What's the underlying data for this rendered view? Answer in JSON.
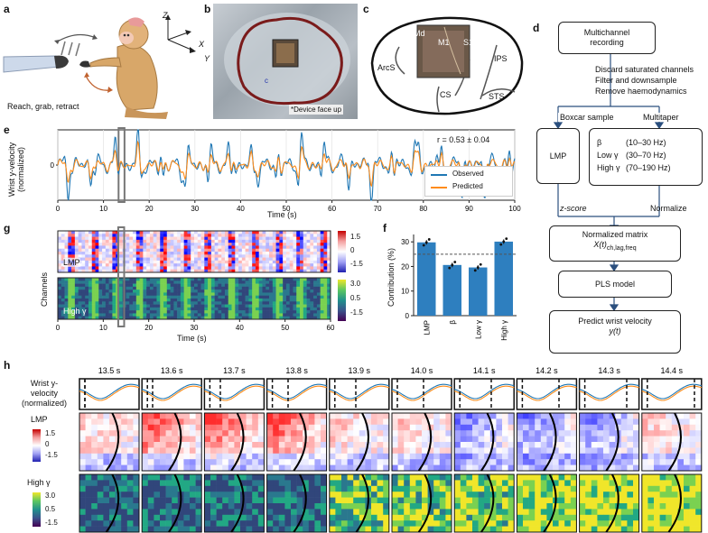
{
  "labels": {
    "a": "a",
    "b": "b",
    "c": "c",
    "d": "d",
    "e": "e",
    "f": "f",
    "g": "g",
    "h": "h"
  },
  "panel_a": {
    "caption": "Reach, grab, retract",
    "axis_z": "Z",
    "axis_x": "X",
    "axis_y": "Y"
  },
  "panel_b": {
    "note": "*Device face up"
  },
  "panel_c": {
    "regions": [
      "PMd",
      "M1",
      "S1",
      "ArcS",
      "IPS",
      "CS",
      "STS"
    ]
  },
  "panel_d": {
    "box1": "Multichannel recording",
    "steps": [
      "Discard saturated channels",
      "Filter and downsample",
      "Remove haemodynamics"
    ],
    "left_branch": "Boxcar sample",
    "right_branch": "Multitaper",
    "lmp_box": "LMP",
    "bands": [
      {
        "name": "β",
        "range": "(10–30 Hz)"
      },
      {
        "name": "Low γ",
        "range": "(30–70 Hz)"
      },
      {
        "name": "High γ",
        "range": "(70–190 Hz)"
      }
    ],
    "zscore": "z-score",
    "normalize": "Normalize",
    "matrix_title": "Normalized matrix",
    "matrix_expr": "X(t)",
    "matrix_sub": "ch,lag,freq",
    "pls": "PLS model",
    "predict": "Predict wrist velocity",
    "predict_expr": "y(t)"
  },
  "panel_e": {
    "ylabel": "Wrist y-velocity\n(normalized)",
    "xlabel": "Time (s)",
    "r_text": "r = 0.53 ± 0.04",
    "legend": [
      "Observed",
      "Predicted"
    ],
    "colors": {
      "observed": "#1f77b4",
      "predicted": "#ff8c1a"
    },
    "chart_data": {
      "type": "line",
      "xlim": [
        0,
        100
      ],
      "xticks": [
        0,
        10,
        20,
        30,
        40,
        50,
        60,
        70,
        80,
        90,
        100
      ],
      "yticks": [
        0
      ],
      "series": [
        {
          "name": "Observed"
        },
        {
          "name": "Predicted"
        }
      ]
    }
  },
  "panel_g": {
    "ylabel": "Channels",
    "xlabel": "Time (s)",
    "xticks": [
      0,
      10,
      20,
      30,
      40,
      50,
      60
    ],
    "lmp_label": "LMP",
    "hg_label": "High γ",
    "lmp_ticks": [
      "1.5",
      "0",
      "-1.5"
    ],
    "hg_ticks": [
      "3.0",
      "0.5",
      "-1.5"
    ]
  },
  "panel_f": {
    "chart_data": {
      "type": "bar",
      "categories": [
        "LMP",
        "β",
        "Low γ",
        "High γ"
      ],
      "values": [
        29.8,
        20.6,
        19.6,
        30.1
      ],
      "ylabel": "Contribution (%)",
      "ylim": [
        0,
        33
      ],
      "yticks": [
        0,
        10,
        20,
        30
      ],
      "reference_line": 25,
      "color": "#2e7fbf"
    }
  },
  "panel_h": {
    "times": [
      "13.5 s",
      "13.6 s",
      "13.7 s",
      "13.8 s",
      "13.9 s",
      "14.0 s",
      "14.1 s",
      "14.2 s",
      "14.3 s",
      "14.4 s"
    ],
    "row1_label": "Wrist y-\nvelocity\n(normalized)",
    "row2_label": "LMP",
    "row3_label": "High γ",
    "lmp_ticks": [
      "1.5",
      "0",
      "-1.5"
    ],
    "hg_ticks": [
      "3.0",
      "0.5",
      "-1.5"
    ]
  }
}
